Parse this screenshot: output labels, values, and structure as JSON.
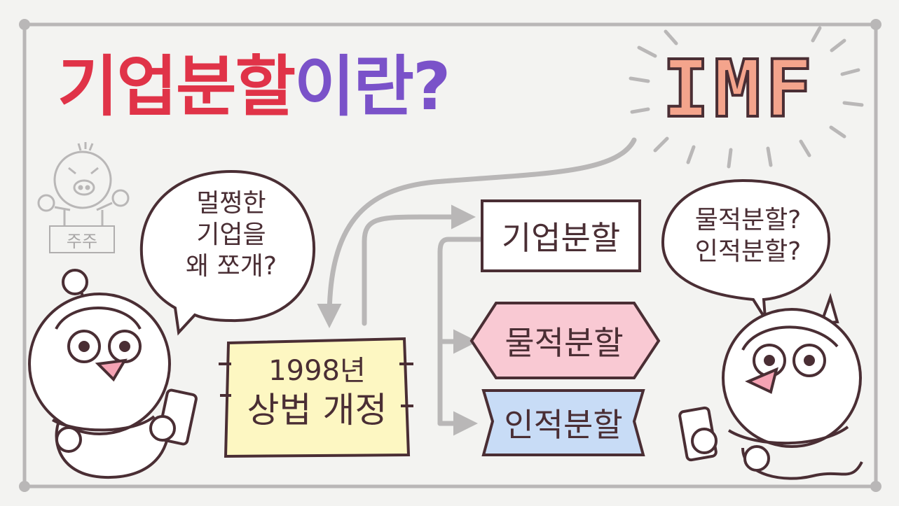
{
  "title": {
    "part1": "기업분할",
    "part2": "이란?"
  },
  "imf": "IMF",
  "shareholder_label": "주주",
  "left_bubble": {
    "lines": [
      "멀쩡한",
      "기업을",
      "왜 쪼개?"
    ]
  },
  "right_bubble": {
    "lines": [
      "물적분할?",
      "인적분할?"
    ]
  },
  "year_box": {
    "line1": "1998년",
    "line2": "상법 개정"
  },
  "boxes": [
    {
      "label": "기업분할",
      "color": "#ffffff"
    },
    {
      "label": "물적분할",
      "color": "#f9c9d3"
    },
    {
      "label": "인적분할",
      "color": "#c8dcf6"
    }
  ],
  "colors": {
    "title_red": "#e03348",
    "title_purple": "#7a52c9",
    "imf_fill": "#f4a48c",
    "year_box_fill": "#fdf7c2",
    "outline": "#4a2e34",
    "arrow": "#b9b7b7",
    "frame": "#b9b7b7"
  }
}
